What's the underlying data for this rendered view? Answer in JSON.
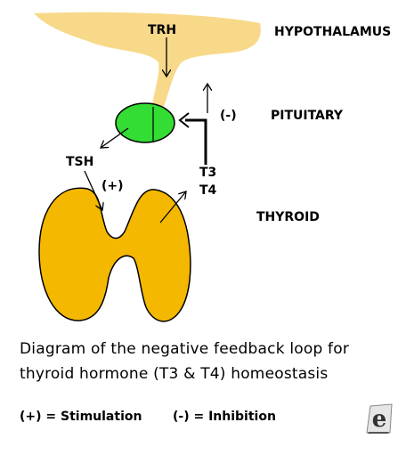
{
  "labels": {
    "trh": "TRH",
    "hypothalamus": "HYPOTHALAMUS",
    "inhibition_sign": "(-)",
    "pituitary": "PITUITARY",
    "tsh": "TSH",
    "stimulation_sign": "(+)",
    "t3": "T3",
    "t4": "T4",
    "thyroid": "THYROID"
  },
  "caption": {
    "line1": "Diagram of the negative feedback loop for",
    "line2": "thyroid hormone (T3 & T4) homeostasis"
  },
  "legend": {
    "stimulation": "(+) = Stimulation",
    "inhibition": "(-) = Inhibition"
  },
  "logo": {
    "letter": "e",
    "icon": "publisher-logo-icon"
  },
  "colors": {
    "hypothalamus": "#f8d98a",
    "pituitary": "#33dd33",
    "thyroid": "#f5b800",
    "outline": "#000000"
  }
}
